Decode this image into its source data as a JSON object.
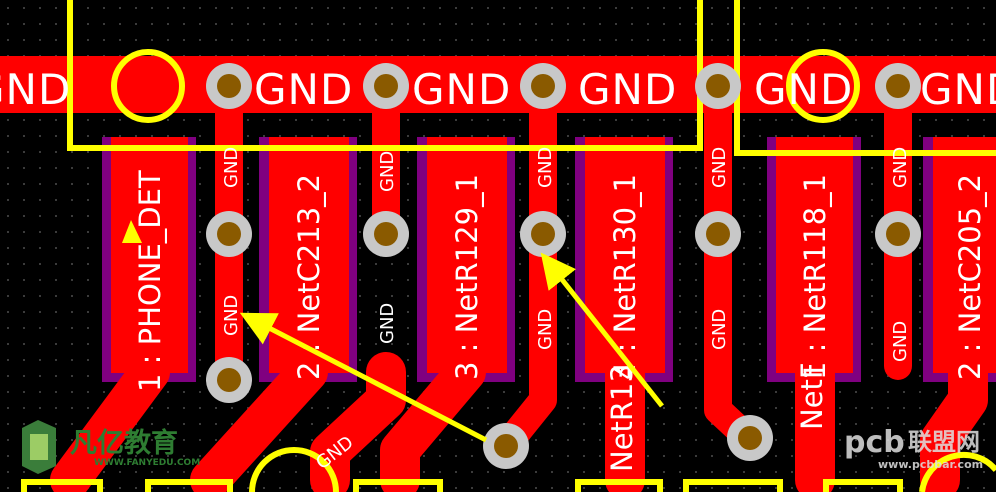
{
  "board": {
    "net_labels": {
      "bus_gnd": [
        "GND",
        "GND",
        "GND",
        "GND",
        "GND",
        "GND"
      ],
      "vias_gnd": [
        "GND",
        "GND",
        "GND",
        "GND",
        "GND",
        "GND",
        "GND"
      ],
      "pads": [
        "1 : PHONE_DET",
        "2 : NetC213_2",
        "3 : NetR129_1",
        "4 : NetR130_1",
        "1 : NetR118_1",
        "2 : NetC205_2"
      ],
      "lower_traces": [
        "NetR13",
        "NetF"
      ]
    }
  },
  "colors": {
    "background": "#000000",
    "copper_top": "#ff0000",
    "outline": "#ffff00",
    "pad_mask": "#800080",
    "via_ring": "#c8c8c8",
    "via_hole": "#8a5a00",
    "annotation_arrow": "#ffff00"
  },
  "watermarks": {
    "left_brand": "凡亿教育",
    "left_url": "WWW.FANYEDU.COM",
    "right_brand_latin": "pcb",
    "right_brand_cjk": "联盟网",
    "right_url": "www.pcbbar.com"
  }
}
